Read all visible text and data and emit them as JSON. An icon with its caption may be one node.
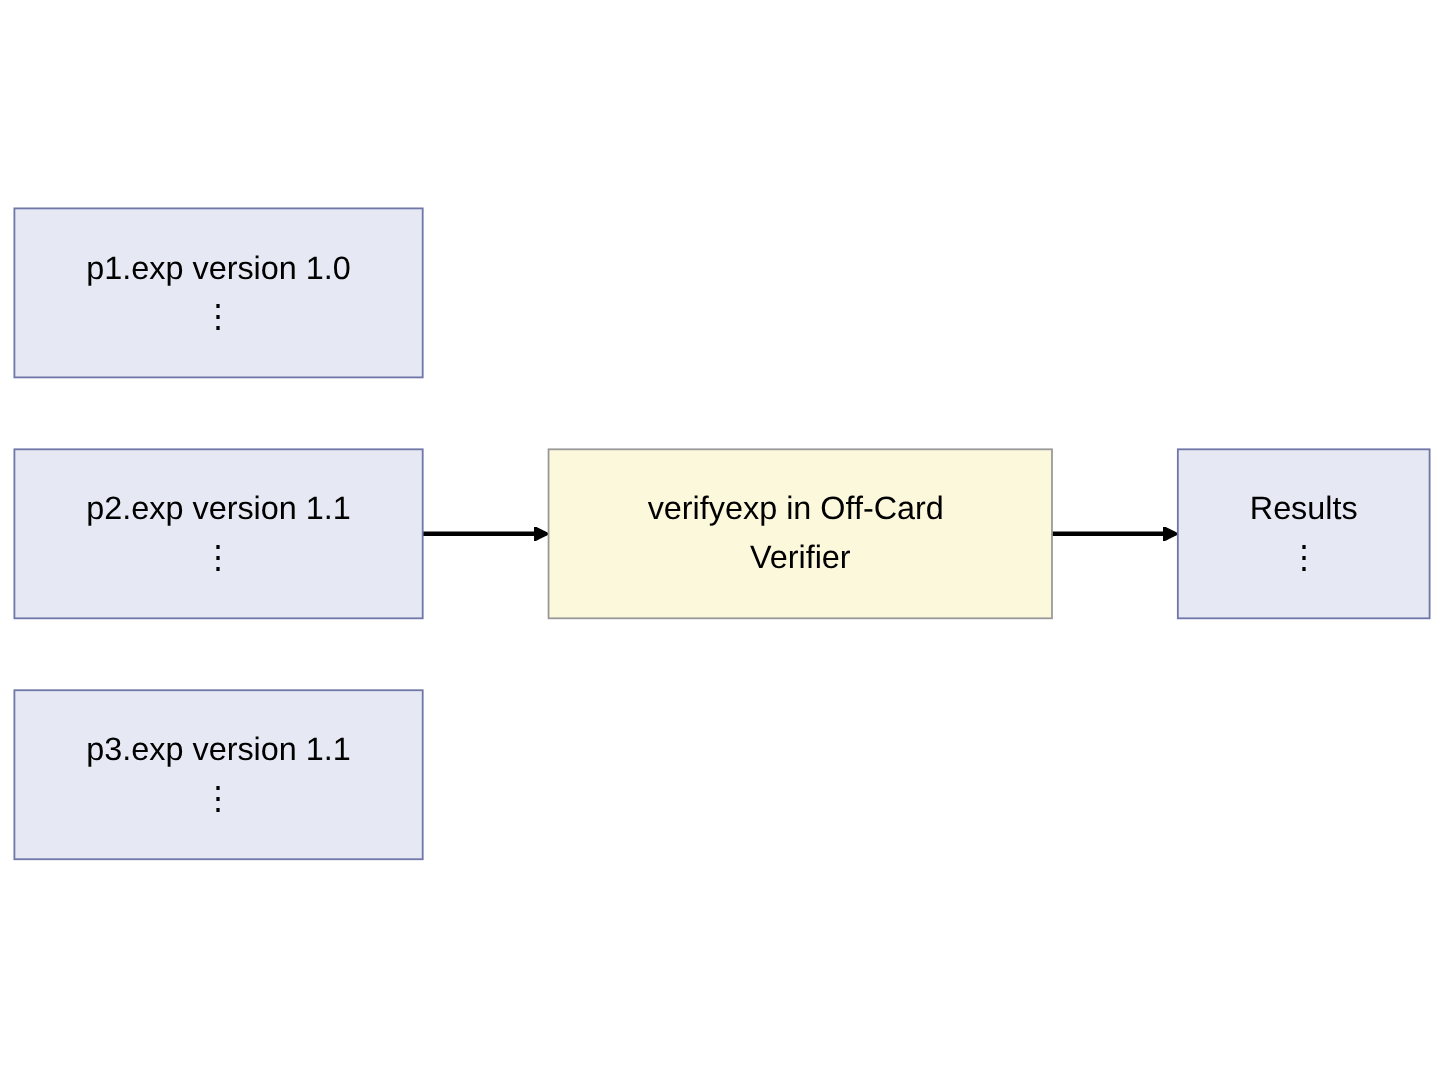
{
  "diagram": {
    "nodes": [
      {
        "text": [
          "p1.exp version 1.0",
          "⋮"
        ]
      },
      {
        "text": [
          "p2.exp version 1.1",
          "⋮"
        ]
      },
      {
        "text": [
          "verifyexp in Off-Card Verifier"
        ]
      },
      {
        "text": [
          "Results",
          "⋮"
        ]
      },
      {
        "text": [
          "p3.exp version 1.1",
          "⋮"
        ]
      }
    ],
    "edges": [
      {
        "from": 1,
        "to": 2,
        "arrow": "to"
      },
      {
        "from": 2,
        "to": 3,
        "arrow": "to"
      }
    ]
  }
}
